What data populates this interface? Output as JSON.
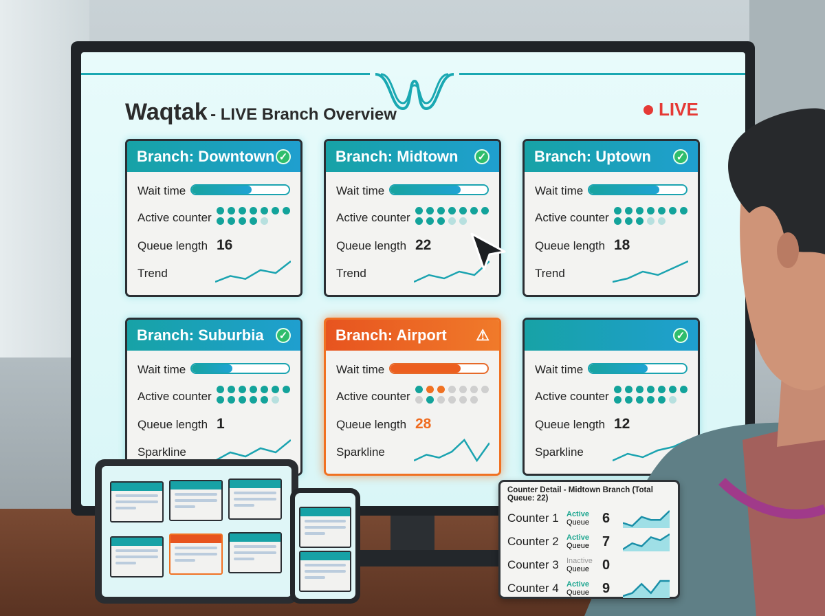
{
  "header": {
    "brand": "Waqtak",
    "subtitle": "- LIVE Branch Overview",
    "live_label": "LIVE"
  },
  "colors": {
    "accent": "#1aa3b0",
    "ok": "#2fbd6c",
    "warning": "#f07122",
    "live": "#e53935",
    "dot_active": "#13a39b",
    "dot_light": "#b7e0df",
    "dot_off": "#cfcfcf"
  },
  "cards": [
    {
      "title": "Branch: Downtown",
      "status": "ok",
      "wait_label": "Wait time",
      "wait_fill": 0.62,
      "counter_label": "Active counter",
      "dots": [
        "a",
        "a",
        "a",
        "a",
        "a",
        "a",
        "a",
        "a",
        "a",
        "a",
        "a",
        "l"
      ],
      "queue_label": "Queue length",
      "queue": "16",
      "trend_label": "Trend",
      "trend": [
        2,
        4,
        3,
        6,
        5,
        9
      ]
    },
    {
      "title": "Branch: Midtown",
      "status": "ok",
      "wait_label": "Wait time",
      "wait_fill": 0.72,
      "counter_label": "Active counter",
      "dots": [
        "a",
        "a",
        "a",
        "a",
        "a",
        "a",
        "a",
        "a",
        "a",
        "a",
        "l",
        "l"
      ],
      "queue_label": "Queue length",
      "queue": "22",
      "trend_label": "Trend",
      "trend": [
        2,
        4,
        3,
        5,
        4,
        8
      ]
    },
    {
      "title": "Branch: Uptown",
      "status": "ok",
      "wait_label": "Wait time",
      "wait_fill": 0.72,
      "counter_label": "Active counter",
      "dots": [
        "a",
        "a",
        "a",
        "a",
        "a",
        "a",
        "a",
        "a",
        "a",
        "a",
        "l",
        "l"
      ],
      "queue_label": "Queue length",
      "queue": "18",
      "trend_label": "Trend",
      "trend": [
        2,
        3,
        5,
        4,
        6,
        8
      ]
    },
    {
      "title": "Branch: Suburbia",
      "status": "ok",
      "wait_label": "Wait time",
      "wait_fill": 0.42,
      "counter_label": "Active counter",
      "dots": [
        "a",
        "a",
        "a",
        "a",
        "a",
        "a",
        "a",
        "a",
        "a",
        "a",
        "a",
        "a",
        "l"
      ],
      "queue_label": "Queue length",
      "queue": "1",
      "trend_label": "Sparkline",
      "trend": [
        2,
        4,
        3,
        5,
        4,
        7
      ]
    },
    {
      "title": "Branch: Airport",
      "status": "warning",
      "wait_label": "Wait time",
      "wait_fill": 0.72,
      "counter_label": "Active counter",
      "dots": [
        "a",
        "o",
        "o",
        "g",
        "g",
        "g",
        "g",
        "g",
        "a",
        "g",
        "g",
        "g",
        "g"
      ],
      "queue_label": "Queue length",
      "queue": "28",
      "trend_label": "Sparkline",
      "trend": [
        2,
        4,
        3,
        5,
        9,
        2,
        8
      ]
    },
    {
      "title": "",
      "status": "ok",
      "wait_label": "Wait time",
      "wait_fill": 0.6,
      "counter_label": "Active counter",
      "dots": [
        "a",
        "a",
        "a",
        "a",
        "a",
        "a",
        "a",
        "a",
        "a",
        "a",
        "a",
        "a",
        "l"
      ],
      "queue_label": "Queue length",
      "queue": "12",
      "trend_label": "Sparkline",
      "trend": [
        2,
        4,
        3,
        5,
        6,
        8
      ]
    }
  ],
  "tooltip": {
    "title": "Counter Detail - Midtown Branch (Total Queue: 22)",
    "rows": [
      {
        "counter": "Counter 1",
        "state": "Active",
        "queue_label": "Queue",
        "queue": "6",
        "trend": [
          3,
          2,
          5,
          4,
          4,
          7
        ]
      },
      {
        "counter": "Counter 2",
        "state": "Active",
        "queue_label": "Queue",
        "queue": "7",
        "trend": [
          2,
          4,
          3,
          6,
          5,
          7
        ]
      },
      {
        "counter": "Counter 3",
        "state": "Inactive",
        "queue_label": "Queue",
        "queue": "0",
        "trend": []
      },
      {
        "counter": "Counter 4",
        "state": "Active",
        "queue_label": "Queue",
        "queue": "9",
        "trend": [
          2,
          3,
          6,
          3,
          7,
          7
        ]
      }
    ]
  }
}
